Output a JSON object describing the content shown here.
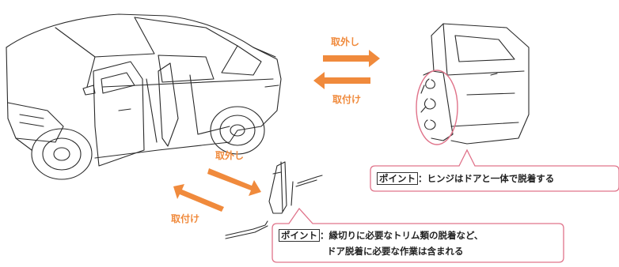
{
  "colors": {
    "accent": "#F08A3C",
    "callout_border": "#E0738A",
    "line": "#2a2a2a"
  },
  "arrows_top": {
    "remove_label": "取外し",
    "install_label": "取付け"
  },
  "arrows_bottom": {
    "remove_label": "取外し",
    "install_label": "取付け"
  },
  "callout_hinge": {
    "tag": "ポイント",
    "text": "：ヒンジはドアと一体で脱着する"
  },
  "callout_trim": {
    "tag": "ポイント",
    "line1": "：縁切りに必要なトリム類の脱着など、",
    "line2": "ドア脱着に必要な作業は含まれる"
  }
}
